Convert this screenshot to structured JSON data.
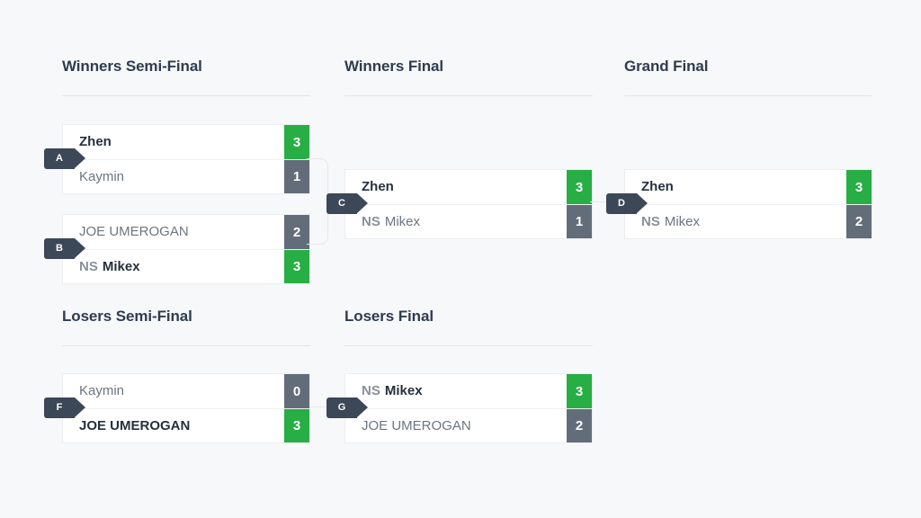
{
  "page": {
    "background": "#f7f8fa",
    "accent_win": "#27ae44",
    "accent_loss": "#636d7a",
    "badge_color": "#3c4757"
  },
  "rounds": [
    {
      "id": "winners-semi-final",
      "title": "Winners Semi-Final"
    },
    {
      "id": "winners-final",
      "title": "Winners Final"
    },
    {
      "id": "grand-final",
      "title": "Grand Final"
    },
    {
      "id": "losers-semi-final",
      "title": "Losers Semi-Final"
    },
    {
      "id": "losers-final",
      "title": "Losers Final"
    }
  ],
  "matches": {
    "a": {
      "letter": "A",
      "round": "Winners Semi-Final",
      "top": {
        "tag": "",
        "name": "Zhen",
        "score": "3",
        "winner": true
      },
      "bottom": {
        "tag": "",
        "name": "Kaymin",
        "score": "1",
        "winner": false
      }
    },
    "b": {
      "letter": "B",
      "round": "Winners Semi-Final",
      "top": {
        "tag": "",
        "name": "JOE UMEROGAN",
        "score": "2",
        "winner": false
      },
      "bottom": {
        "tag": "NS",
        "name": "Mikex",
        "score": "3",
        "winner": true
      }
    },
    "c": {
      "letter": "C",
      "round": "Winners Final",
      "top": {
        "tag": "",
        "name": "Zhen",
        "score": "3",
        "winner": true
      },
      "bottom": {
        "tag": "NS",
        "name": "Mikex",
        "score": "1",
        "winner": false
      }
    },
    "d": {
      "letter": "D",
      "round": "Grand Final",
      "top": {
        "tag": "",
        "name": "Zhen",
        "score": "3",
        "winner": true
      },
      "bottom": {
        "tag": "NS",
        "name": "Mikex",
        "score": "2",
        "winner": false
      }
    },
    "f": {
      "letter": "F",
      "round": "Losers Semi-Final",
      "top": {
        "tag": "",
        "name": "Kaymin",
        "score": "0",
        "winner": false
      },
      "bottom": {
        "tag": "",
        "name": "JOE UMEROGAN",
        "score": "3",
        "winner": true
      }
    },
    "g": {
      "letter": "G",
      "round": "Losers Final",
      "top": {
        "tag": "NS",
        "name": "Mikex",
        "score": "3",
        "winner": true
      },
      "bottom": {
        "tag": "",
        "name": "JOE UMEROGAN",
        "score": "2",
        "winner": false
      }
    }
  }
}
